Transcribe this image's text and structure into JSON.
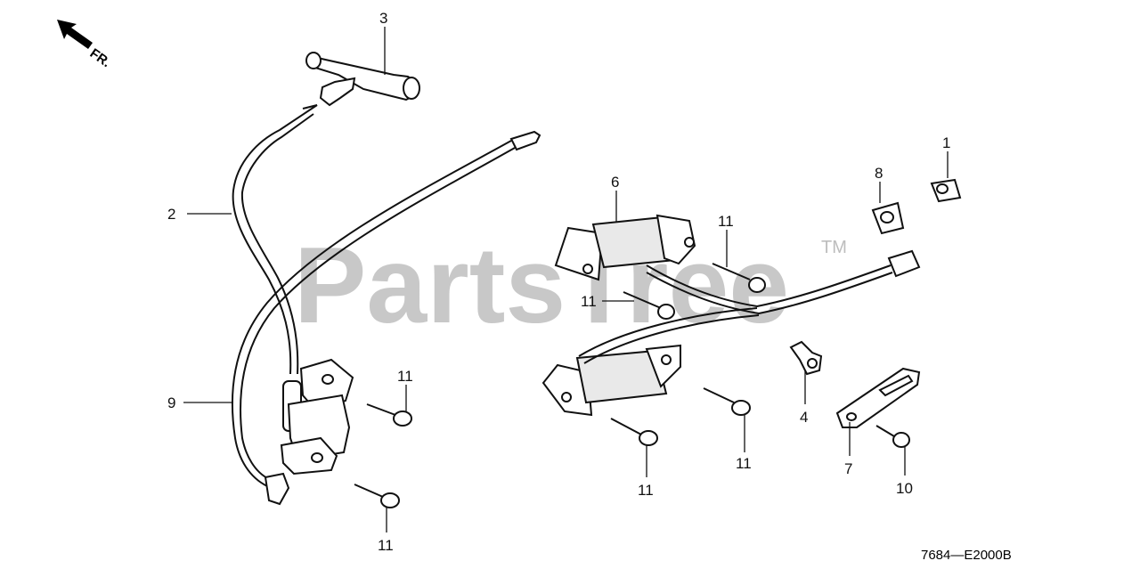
{
  "watermark": {
    "text": "PartsTree",
    "trademark": "TM"
  },
  "direction_indicator": {
    "label": "FR."
  },
  "diagram_code": "7684—E2000B",
  "callouts": [
    {
      "id": "callout-1",
      "label": "1"
    },
    {
      "id": "callout-2",
      "label": "2"
    },
    {
      "id": "callout-3",
      "label": "3"
    },
    {
      "id": "callout-4",
      "label": "4"
    },
    {
      "id": "callout-6",
      "label": "6"
    },
    {
      "id": "callout-7",
      "label": "7"
    },
    {
      "id": "callout-8",
      "label": "8"
    },
    {
      "id": "callout-9",
      "label": "9"
    },
    {
      "id": "callout-10",
      "label": "10"
    },
    {
      "id": "callout-11a",
      "label": "11"
    },
    {
      "id": "callout-11b",
      "label": "11"
    },
    {
      "id": "callout-11c",
      "label": "11"
    },
    {
      "id": "callout-11d",
      "label": "11"
    },
    {
      "id": "callout-11e",
      "label": "11"
    },
    {
      "id": "callout-11f",
      "label": "11"
    }
  ]
}
